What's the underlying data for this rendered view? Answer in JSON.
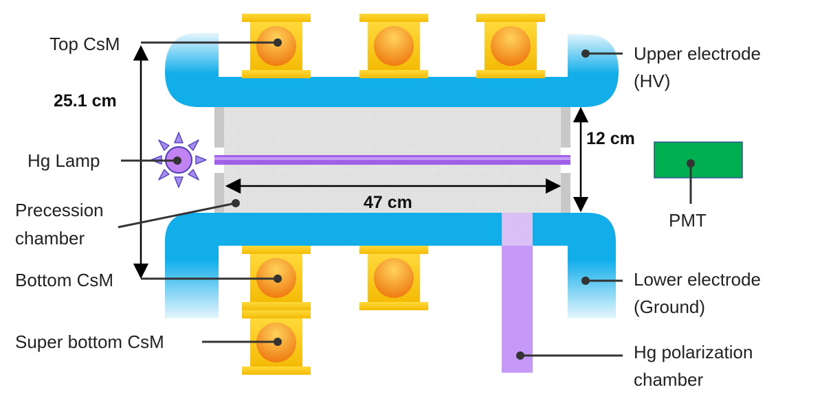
{
  "colors": {
    "electrode_blue": "#12aeea",
    "electrode_fade": "#e4f5fc",
    "csm_frame": "#f4bb05",
    "csm_frame_light": "#ffd93a",
    "csm_core_outer": "#ee7a12",
    "csm_core_inner": "#ffd25a",
    "lamp_purple": "#a060e8",
    "chamber_purple": "#c698f7",
    "pmt_green": "#00b050",
    "leader_line": "#333333",
    "dimension_line": "#000000"
  },
  "labels": {
    "top_csm": "Top CsM",
    "upper_electrode_line1": "Upper electrode",
    "upper_electrode_line2": "(HV)",
    "hg_lamp": "Hg Lamp",
    "precession_chamber_line1": "Precession",
    "precession_chamber_line2": "chamber",
    "bottom_csm": "Bottom CsM",
    "super_bottom_csm": "Super bottom CsM",
    "lower_electrode_line1": "Lower electrode",
    "lower_electrode_line2": "(Ground)",
    "hg_polarization_chamber_line1": "Hg polarization",
    "hg_polarization_chamber_line2": "chamber",
    "pmt": "PMT"
  },
  "dimensions": {
    "total_height": "25.1 cm",
    "electrode_gap": "12 cm",
    "chamber_length": "47 cm"
  },
  "icons": {
    "csm": "cesium-magnetometer-icon",
    "lamp": "sun-burst-lamp-icon",
    "pmt": "photomultiplier-box"
  }
}
